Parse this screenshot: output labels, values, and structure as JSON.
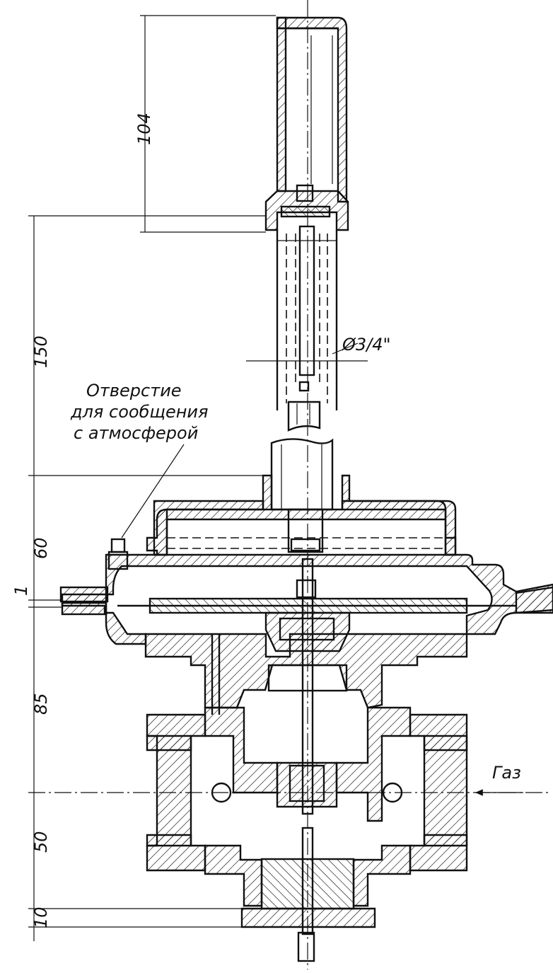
{
  "labels": {
    "note_line1": "Отверстие",
    "note_line2": "для сообщения",
    "note_line3": "с атмосферой",
    "diameter": "Ø3/4\"",
    "gas": "Газ"
  },
  "dimensions": {
    "d104": "104",
    "d150": "150",
    "d60": "60",
    "d1": "1",
    "d85": "85",
    "d50": "50",
    "d10": "10"
  }
}
